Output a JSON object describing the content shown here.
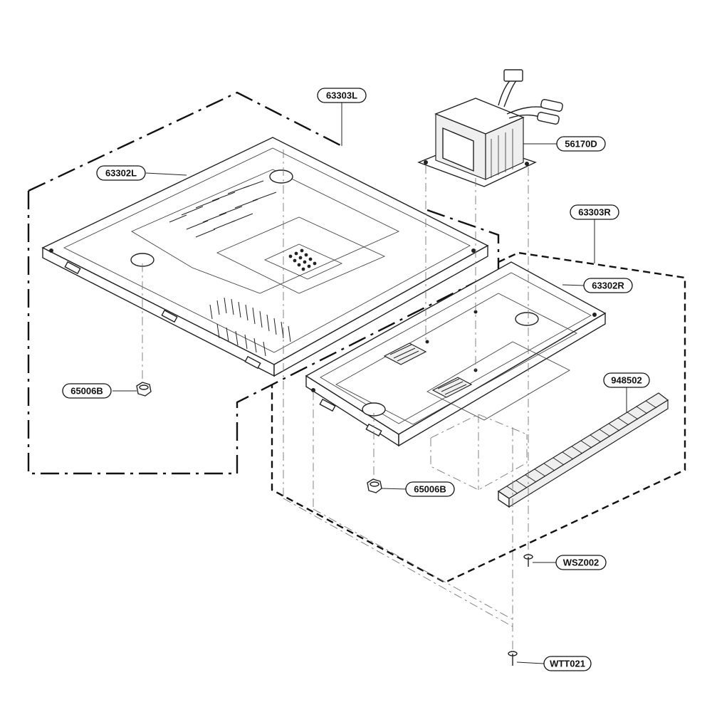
{
  "diagram": {
    "parts": [
      {
        "id": "p-63303L",
        "label": "63303L"
      },
      {
        "id": "p-63302L",
        "label": "63302L"
      },
      {
        "id": "p-56170D",
        "label": "56170D"
      },
      {
        "id": "p-63303R",
        "label": "63303R"
      },
      {
        "id": "p-63302R",
        "label": "63302R"
      },
      {
        "id": "p-948502",
        "label": "948502"
      },
      {
        "id": "p-65006B-left",
        "label": "65006B"
      },
      {
        "id": "p-65006B-right",
        "label": "65006B"
      },
      {
        "id": "p-WSZ002",
        "label": "WSZ002"
      },
      {
        "id": "p-WTT021",
        "label": "WTT021"
      }
    ]
  }
}
